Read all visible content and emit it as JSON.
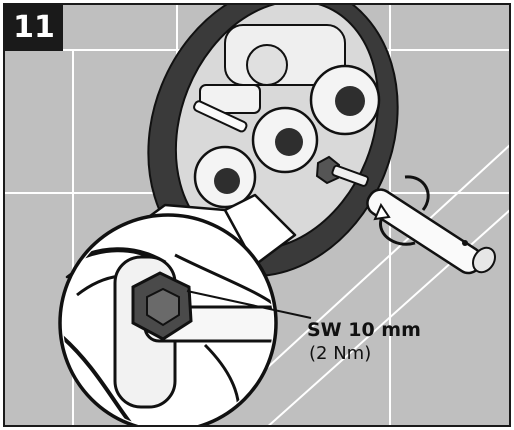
{
  "step": {
    "number": "11"
  },
  "spec": {
    "wrench_size": "SW 10 mm",
    "torque": "(2 Nm)"
  },
  "colors": {
    "wall": "#bfbfbf",
    "tile_lines": "#ffffff",
    "body_dark": "#3a3a3a",
    "plate_light": "#e6e6e6",
    "outline": "#111111",
    "badge_bg": "#1a1a1a",
    "badge_text": "#ffffff"
  },
  "icons": [
    "hex-nut-icon",
    "rotation-arrow-icon",
    "cartridge-icon",
    "pin-tool-icon"
  ]
}
